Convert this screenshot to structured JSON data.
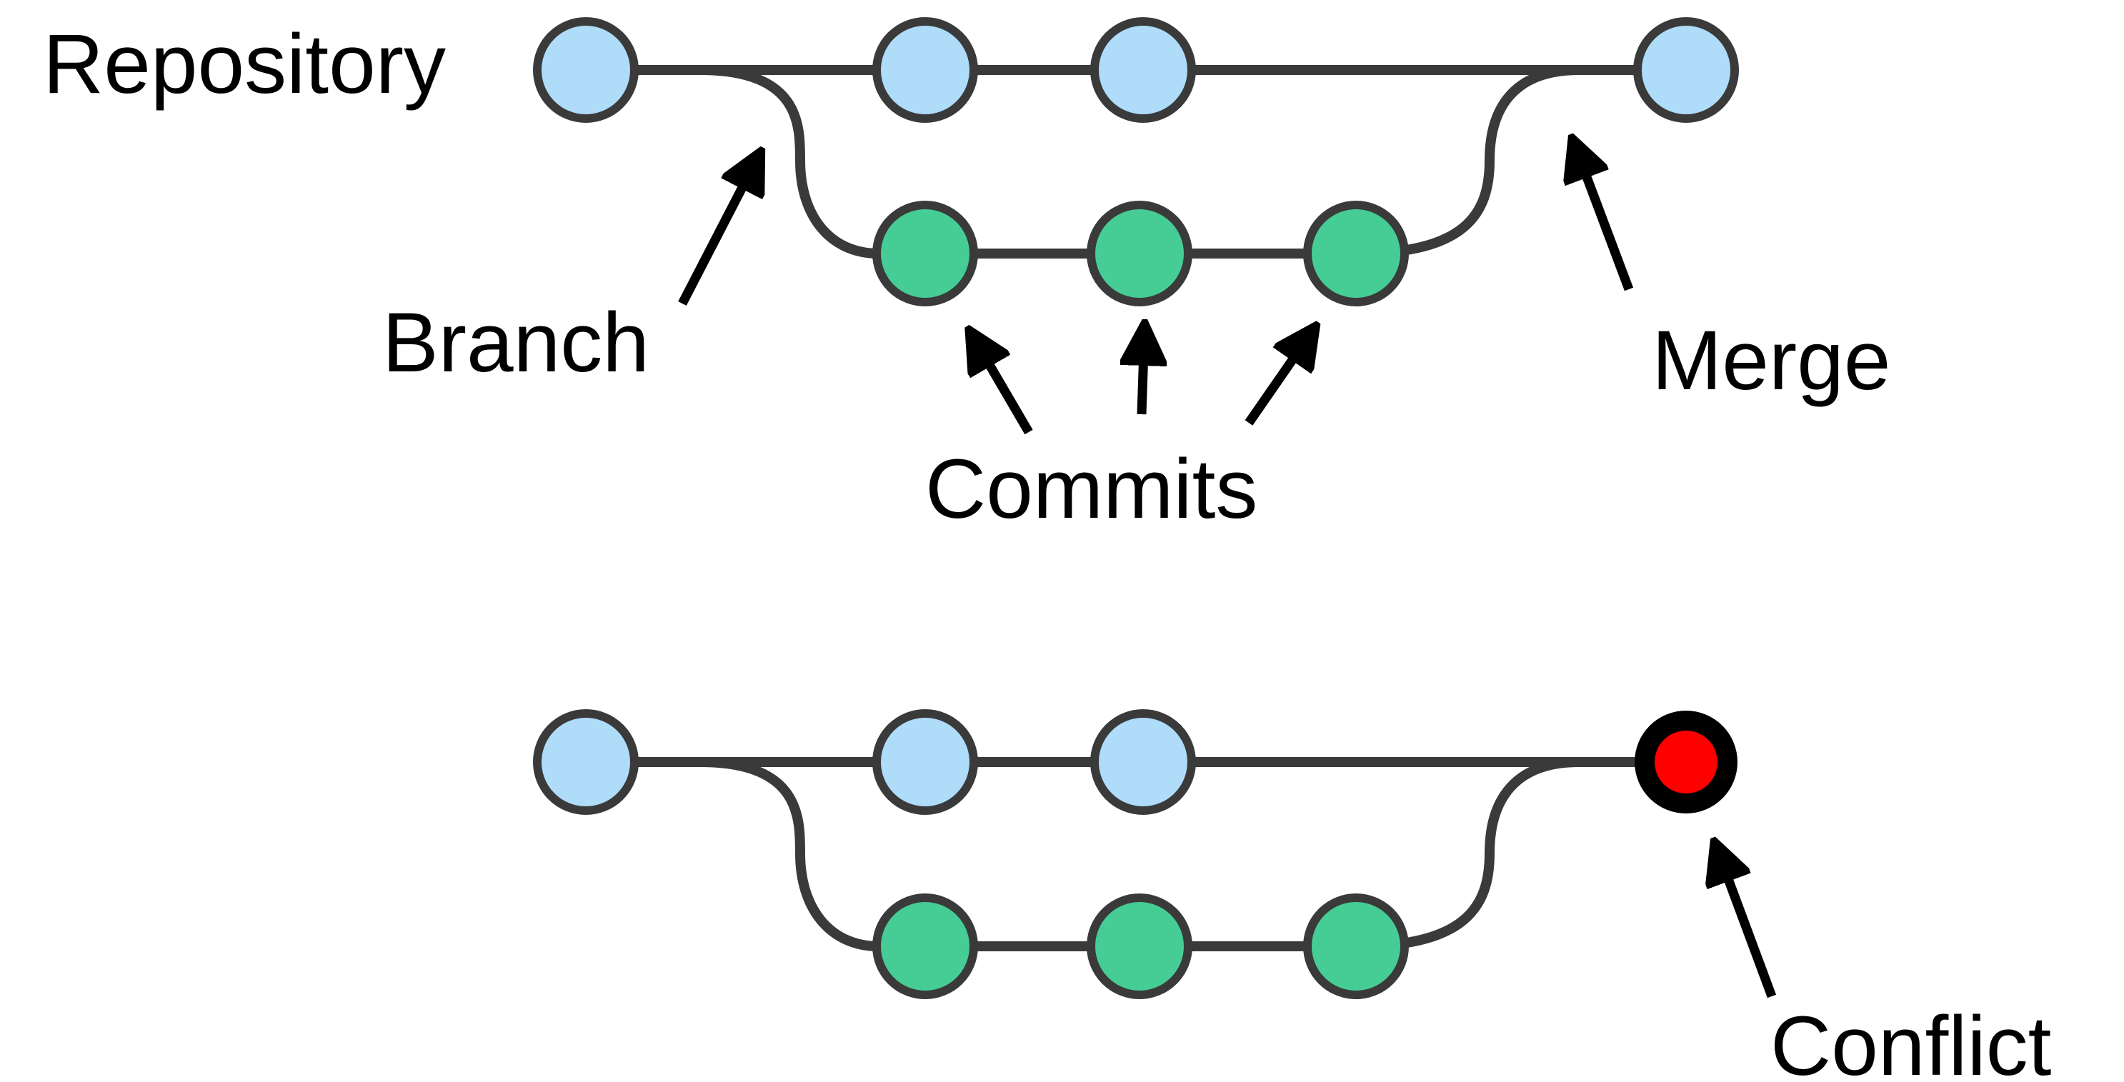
{
  "labels": {
    "repository": "Repository",
    "branch": "Branch",
    "commits": "Commits",
    "merge": "Merge",
    "conflict": "Conflict"
  },
  "colors": {
    "main_commit": "#aedcf9",
    "branch_commit": "#46cc95",
    "conflict_inner": "#ff0000",
    "conflict_ring": "#000000",
    "line": "#3a3a3a",
    "node_stroke": "#3a3a3a",
    "arrow": "#000000"
  },
  "diagrams": [
    {
      "main_commits": 4,
      "branch_commits": 3,
      "end_node": "merge"
    },
    {
      "main_commits": 4,
      "branch_commits": 3,
      "end_node": "conflict"
    }
  ]
}
